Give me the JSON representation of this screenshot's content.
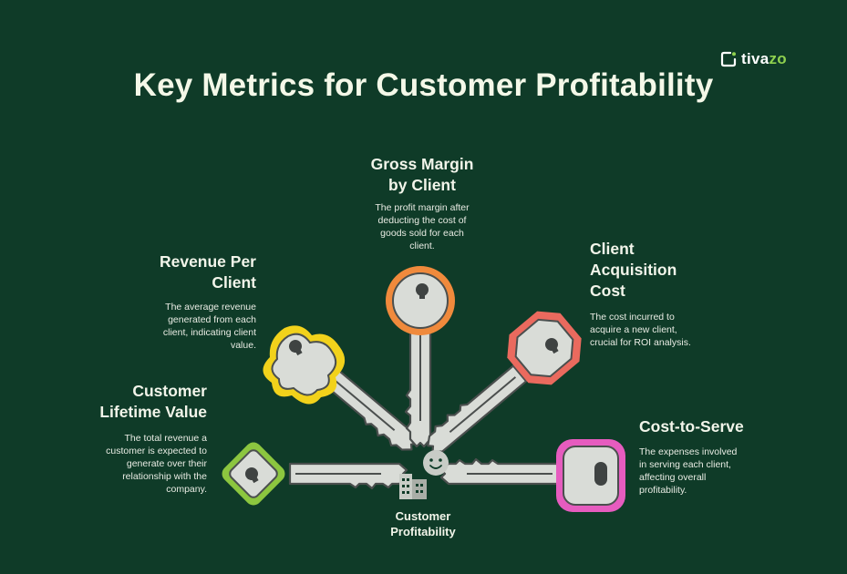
{
  "title": "Key Metrics for Customer Profitability",
  "logo": {
    "text_main": "tiva",
    "text_accent": "zo",
    "icon": "logo-bracket-icon"
  },
  "center": {
    "label_line1": "Customer",
    "label_line2": "Profitability",
    "icon": "building-smiley-icon"
  },
  "metrics": [
    {
      "id": "clv",
      "title_lines": [
        "Customer",
        "Lifetime Value"
      ],
      "desc_lines": [
        "The total revenue a",
        "customer is expected to",
        "generate over their",
        "relationship with the",
        "company."
      ],
      "color": "#8cc63f"
    },
    {
      "id": "rpc",
      "title_lines": [
        "Revenue Per",
        "Client"
      ],
      "desc_lines": [
        "The average revenue",
        "generated from each",
        "client, indicating client",
        "value."
      ],
      "color": "#f2d21b"
    },
    {
      "id": "gm",
      "title_lines": [
        "Gross Margin",
        "by Client"
      ],
      "desc_lines": [
        "The profit margin after",
        "deducting the cost of",
        "goods sold for each",
        "client."
      ],
      "color": "#f08a3c"
    },
    {
      "id": "cac",
      "title_lines": [
        "Client",
        "Acquisition",
        "Cost"
      ],
      "desc_lines": [
        "The cost incurred to",
        "acquire a new client,",
        "crucial for ROI analysis."
      ],
      "color": "#ea6a5e"
    },
    {
      "id": "cts",
      "title_lines": [
        "Cost-to-Serve"
      ],
      "desc_lines": [
        "The expenses involved",
        "in serving each client,",
        "affecting overall",
        "profitability."
      ],
      "color": "#e65cbf"
    }
  ]
}
